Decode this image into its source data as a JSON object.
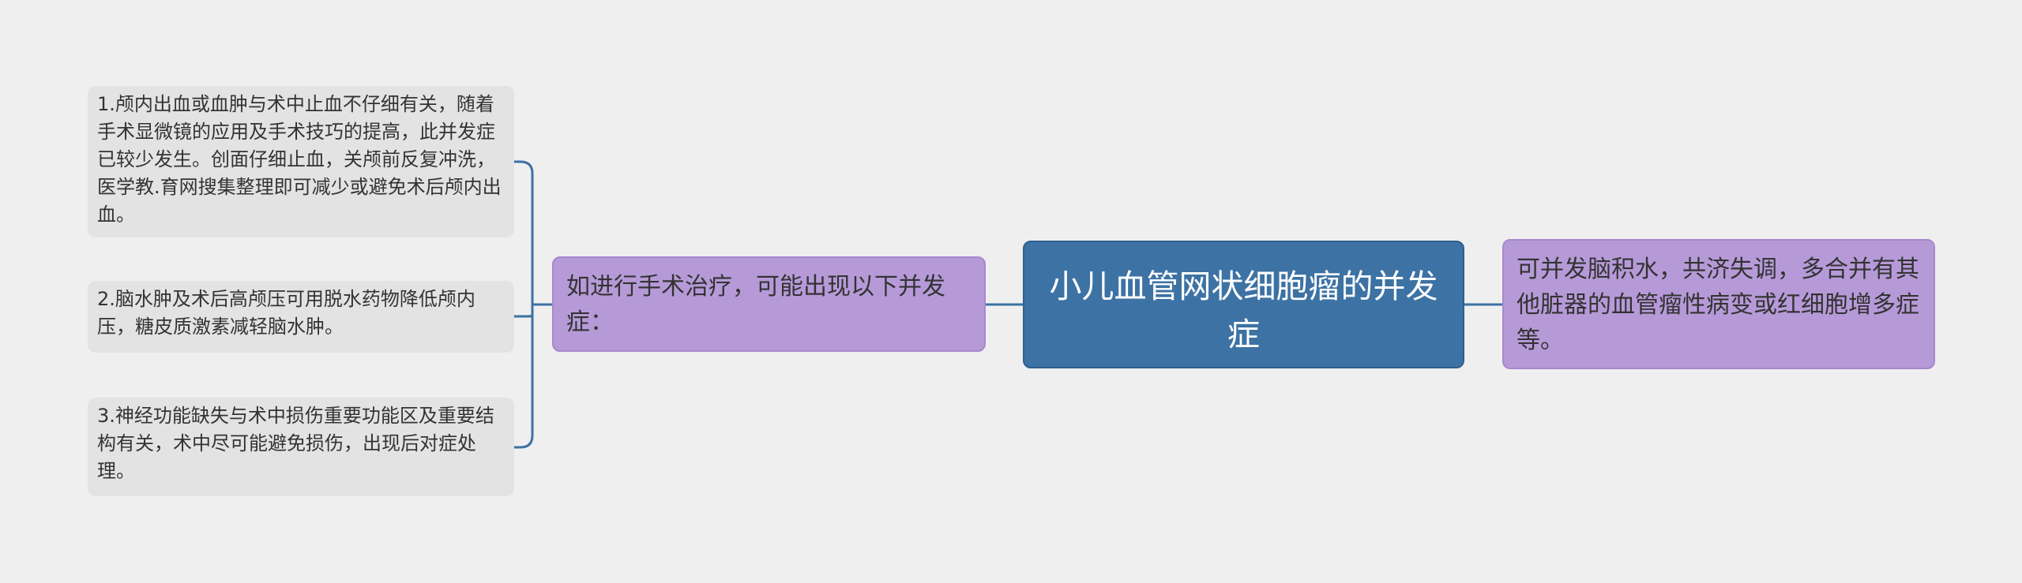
{
  "mindmap": {
    "root": {
      "title": "小儿血管网状细胞瘤的并发症"
    },
    "left_branch": {
      "text": "如进行手术治疗，可能出现以下并发症：",
      "children": [
        {
          "text": "1.颅内出血或血肿与术中止血不仔细有关，随着手术显微镜的应用及手术技巧的提高，此并发症已较少发生。创面仔细止血，关颅前反复冲洗，医学教.育网搜集整理即可减少或避免术后颅内出血。"
        },
        {
          "text": "2.脑水肿及术后高颅压可用脱水药物降低颅内压，糖皮质激素减轻脑水肿。"
        },
        {
          "text": "3.神经功能缺失与术中损伤重要功能区及重要结构有关，术中尽可能避免损伤，出现后对症处理。"
        }
      ]
    },
    "right_branch": {
      "text": "可并发脑积水，共济失调，多合并有其他脏器的血管瘤性病变或红细胞增多症等。"
    }
  },
  "colors": {
    "background": "#efefef",
    "root_fill": "#3d72a4",
    "branch_fill": "#b69ad8",
    "leaf_fill": "#e3e3e3",
    "connector": "#3d72a4"
  }
}
